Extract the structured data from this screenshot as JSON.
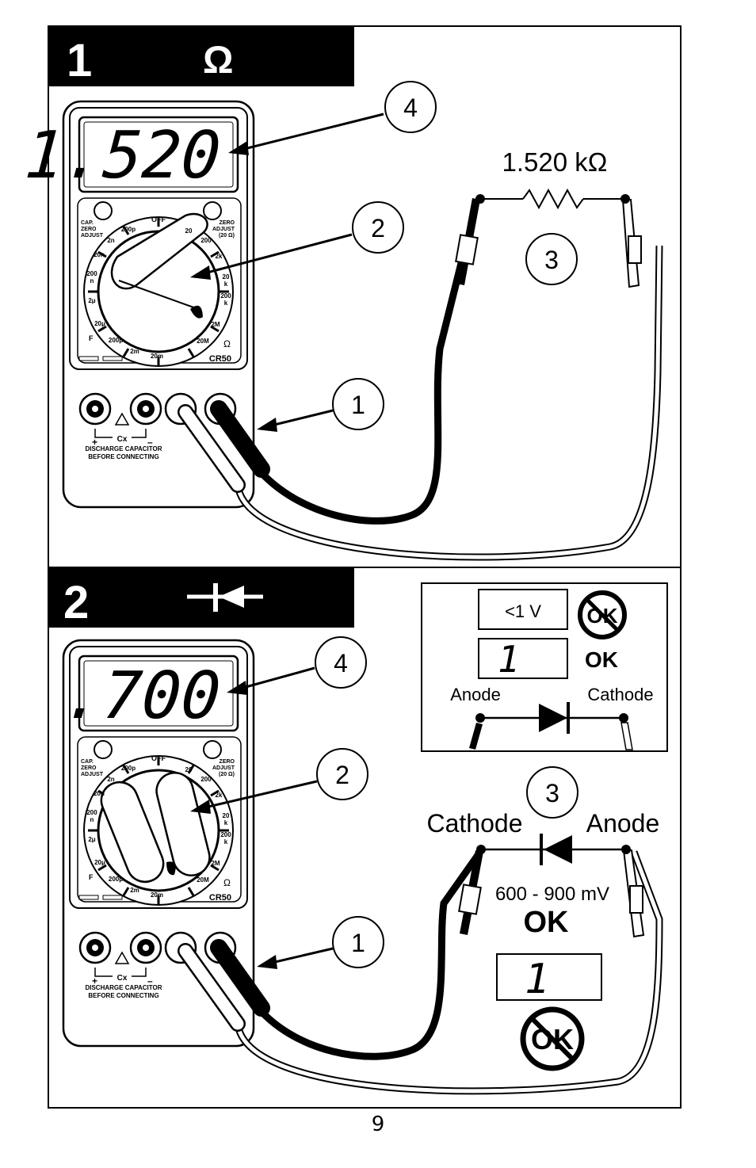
{
  "page": {
    "number": "9"
  },
  "section1": {
    "step": "1",
    "symbol": "Ω",
    "display": "1.520",
    "resistor_value": "1.520 kΩ",
    "callouts": [
      "1",
      "2",
      "3",
      "4"
    ]
  },
  "section2": {
    "step": "2",
    "display": ".700",
    "callouts": [
      "1",
      "2",
      "3",
      "4"
    ],
    "inset": {
      "row1_display": "<1 V",
      "row1_badge": "OK",
      "row2_display": "1",
      "row2_text": "OK",
      "anode_label": "Anode",
      "cathode_label": "Cathode"
    },
    "cathode_label": "Cathode",
    "anode_label": "Anode",
    "range_text": "600 - 900 mV",
    "ok_text": "OK",
    "bottom_display": "1",
    "bottom_badge": "OK"
  },
  "meter": {
    "cap_zero": [
      "CAP.",
      "ZERO",
      "ADJUST"
    ],
    "zero_adjust": [
      "ZERO",
      "ADJUST",
      "(20 Ω)"
    ],
    "dial_off": "OFF",
    "dial_labels": [
      "200p",
      "20",
      "2n",
      "200",
      "20n",
      "2k",
      "200",
      "n",
      "20",
      "k",
      "2μ",
      "200",
      "k",
      "20μ",
      "2M",
      "200μ",
      "20M",
      "2m",
      "20m"
    ],
    "f_label": "F",
    "omega": "Ω",
    "model": "CR50",
    "cx_label": "Cx",
    "plus": "+",
    "minus": "–",
    "warning_line1": "DISCHARGE CAPACITOR",
    "warning_line2": "BEFORE CONNECTING"
  }
}
